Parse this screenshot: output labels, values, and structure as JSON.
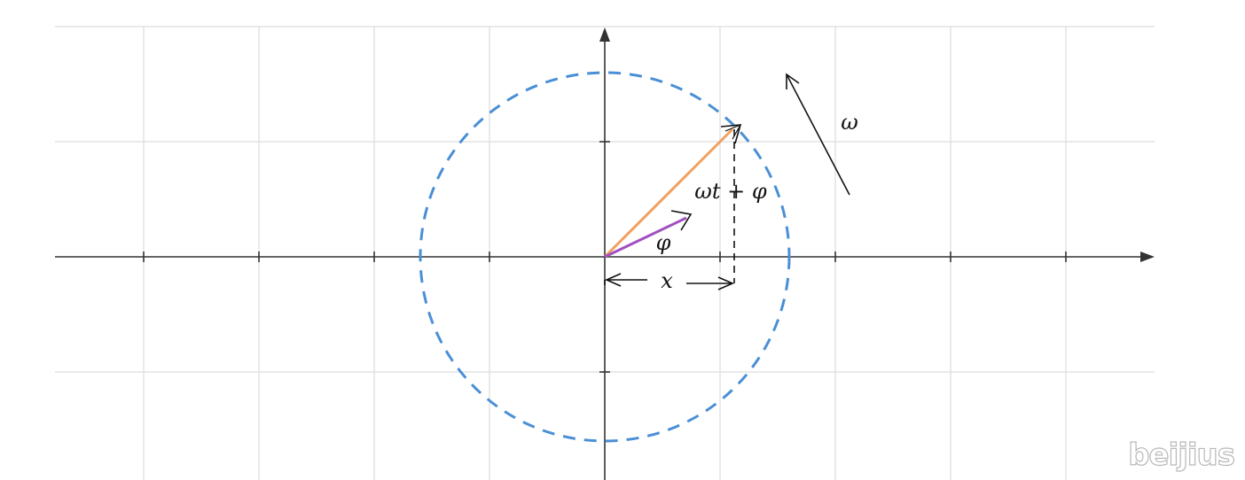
{
  "labels": {
    "phase": "φ",
    "angle": "ωt + φ",
    "displacement": "x",
    "angular_velocity": "ω"
  },
  "watermark": "beijius",
  "colors": {
    "grid": "#dddddd",
    "axis": "#333333",
    "circle": "#4a8fd6",
    "rotating_vector": "#f0a060",
    "initial_vector": "#a050c0",
    "annotation": "#111111"
  }
}
